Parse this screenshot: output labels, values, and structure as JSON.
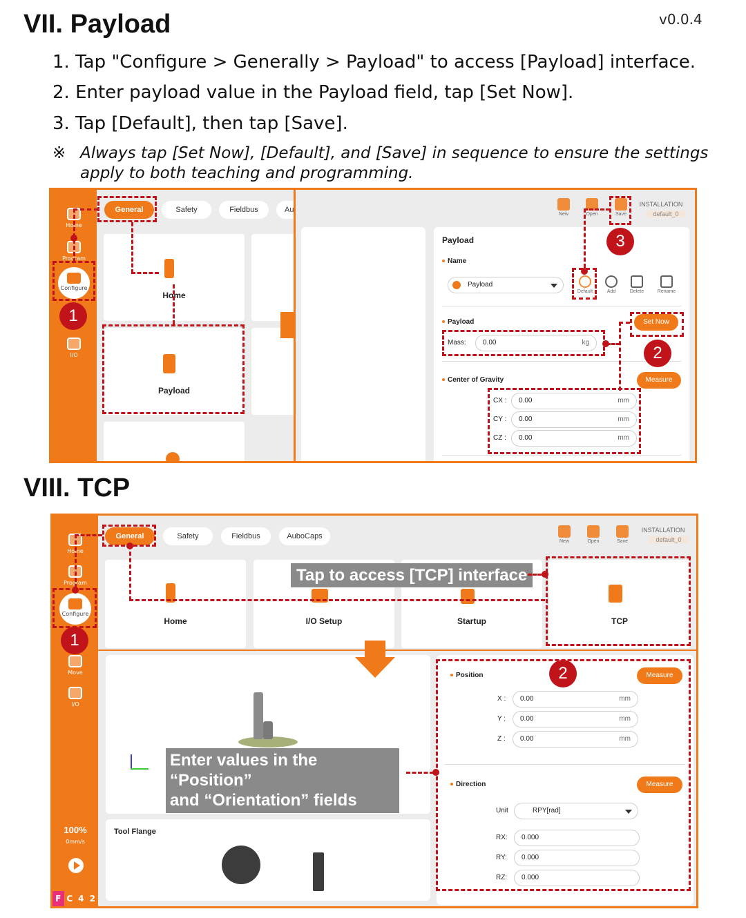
{
  "section_payload": {
    "title": "VII. Payload",
    "version": "v0.0.4",
    "steps": [
      "1.  Tap \"Configure > Generally > Payload\" to access [Payload] interface.",
      "2.  Enter payload value in the Payload field, tap [Set Now].",
      "3.  Tap [Default], then tap [Save]."
    ],
    "note_mark": "※",
    "note_line1": "Always tap [Set Now], [Default], and [Save] in sequence to ensure the settings",
    "note_line2": "apply to both teaching and programming.",
    "left_screen": {
      "sidebar": [
        "Home",
        "Program",
        "Configure",
        "I/O"
      ],
      "tabs": [
        "General",
        "Safety",
        "Fieldbus",
        "Au"
      ],
      "cards": [
        "Home",
        "Payload"
      ]
    },
    "right_screen": {
      "toolbar": [
        "New",
        "Open",
        "Save"
      ],
      "installation_label": "INSTALLATION",
      "installation_value": "default_0",
      "panel_title": "Payload",
      "name_label": "Name",
      "name_select": "Payload",
      "actions": [
        "Default",
        "Add",
        "Delete",
        "Rename"
      ],
      "payload_label": "Payload",
      "set_now": "Set Now",
      "mass_label": "Mass:",
      "mass_value": "0.00",
      "mass_unit": "kg",
      "cog_label": "Center of Gravity",
      "measure": "Measure",
      "cog_rows": [
        {
          "label": "CX :",
          "value": "0.00",
          "unit": "mm"
        },
        {
          "label": "CY :",
          "value": "0.00",
          "unit": "mm"
        },
        {
          "label": "CZ :",
          "value": "0.00",
          "unit": "mm"
        }
      ]
    },
    "badges": [
      "1",
      "2",
      "3"
    ]
  },
  "section_tcp": {
    "title": "VIII. TCP",
    "top_screen": {
      "sidebar": [
        "Home",
        "Program",
        "Configure"
      ],
      "tabs": [
        "General",
        "Safety",
        "Fieldbus",
        "AuboCaps"
      ],
      "toolbar": [
        "New",
        "Open",
        "Save"
      ],
      "installation_label": "INSTALLATION",
      "installation_value": "default_0",
      "cards": [
        "Home",
        "I/O Setup",
        "Startup",
        "TCP"
      ],
      "callout": "Tap to access [TCP] interface"
    },
    "bottom_screen": {
      "sidebar": [
        "Move",
        "I/O"
      ],
      "speed_value": "100%",
      "speed_unit": "0mm/s",
      "status": [
        "F",
        "C",
        "4",
        "2"
      ],
      "tool_flange": "Tool Flange",
      "callout_line1": "Enter values in the “Position”",
      "callout_line2": "and “Orientation” fields",
      "position_label": "Position",
      "measure": "Measure",
      "position_rows": [
        {
          "label": "X :",
          "value": "0.00",
          "unit": "mm"
        },
        {
          "label": "Y :",
          "value": "0.00",
          "unit": "mm"
        },
        {
          "label": "Z :",
          "value": "0.00",
          "unit": "mm"
        }
      ],
      "direction_label": "Direction",
      "unit_label": "Unit",
      "unit_value": "RPY[rad]",
      "rot_rows": [
        {
          "label": "RX:",
          "value": "0.000"
        },
        {
          "label": "RY:",
          "value": "0.000"
        },
        {
          "label": "RZ:",
          "value": "0.000"
        }
      ]
    },
    "badges": [
      "1",
      "2"
    ]
  },
  "colors": {
    "accent": "#f07a1a",
    "annotation": "#c0141a",
    "callout_bg": "#8a8a8a"
  }
}
